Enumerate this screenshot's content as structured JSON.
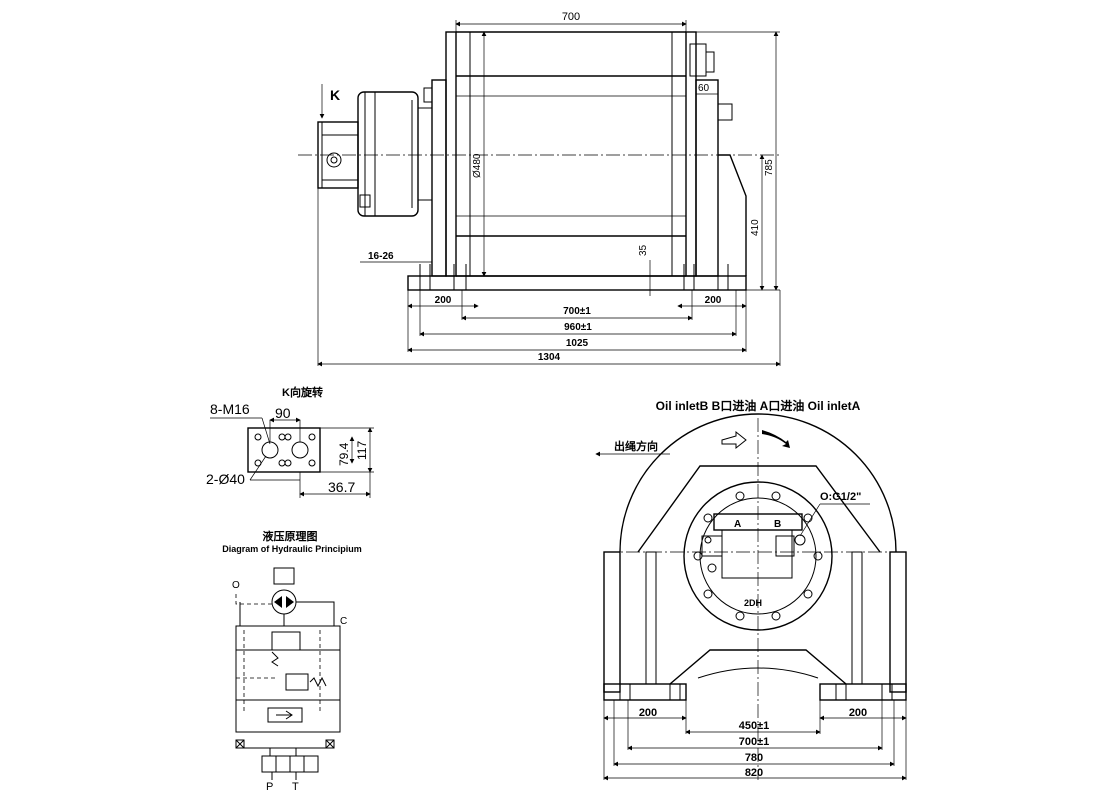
{
  "front_view": {
    "view_letter": "K",
    "dims": {
      "top_width": "700",
      "flange": "60",
      "overall_height": "785",
      "center_height": "410",
      "drum_dia": "Ø480",
      "offset": "35",
      "motor_gap": "16-26",
      "foot_left": "200",
      "foot_right": "200",
      "hole_spacing": "700±1",
      "base_outer": "960±1",
      "base_total": "1025",
      "overall_length": "1304"
    }
  },
  "k_view": {
    "title": "K向旋转",
    "bolts": "8-M16",
    "width": "90",
    "height_a": "79.4",
    "height_b": "117",
    "ports": "2-Ø40",
    "offset": "36.7"
  },
  "hydraulic": {
    "title_cn": "液压原理图",
    "title_en": "Diagram of Hydraulic Principium",
    "label_c": "C",
    "label_o": "O",
    "label_p": "P",
    "label_t": "T"
  },
  "side_view": {
    "header": "Oil inletB B口进油  A口进油 Oil inletA",
    "rope_direction": "出绳方向",
    "port_o": "O:G1/2\"",
    "port_a": "A",
    "port_b": "B",
    "motor_code": "2DH",
    "dims": {
      "foot_left": "200",
      "foot_right": "200",
      "holes": "450±1",
      "inner": "700±1",
      "outer": "780",
      "total": "820"
    }
  }
}
